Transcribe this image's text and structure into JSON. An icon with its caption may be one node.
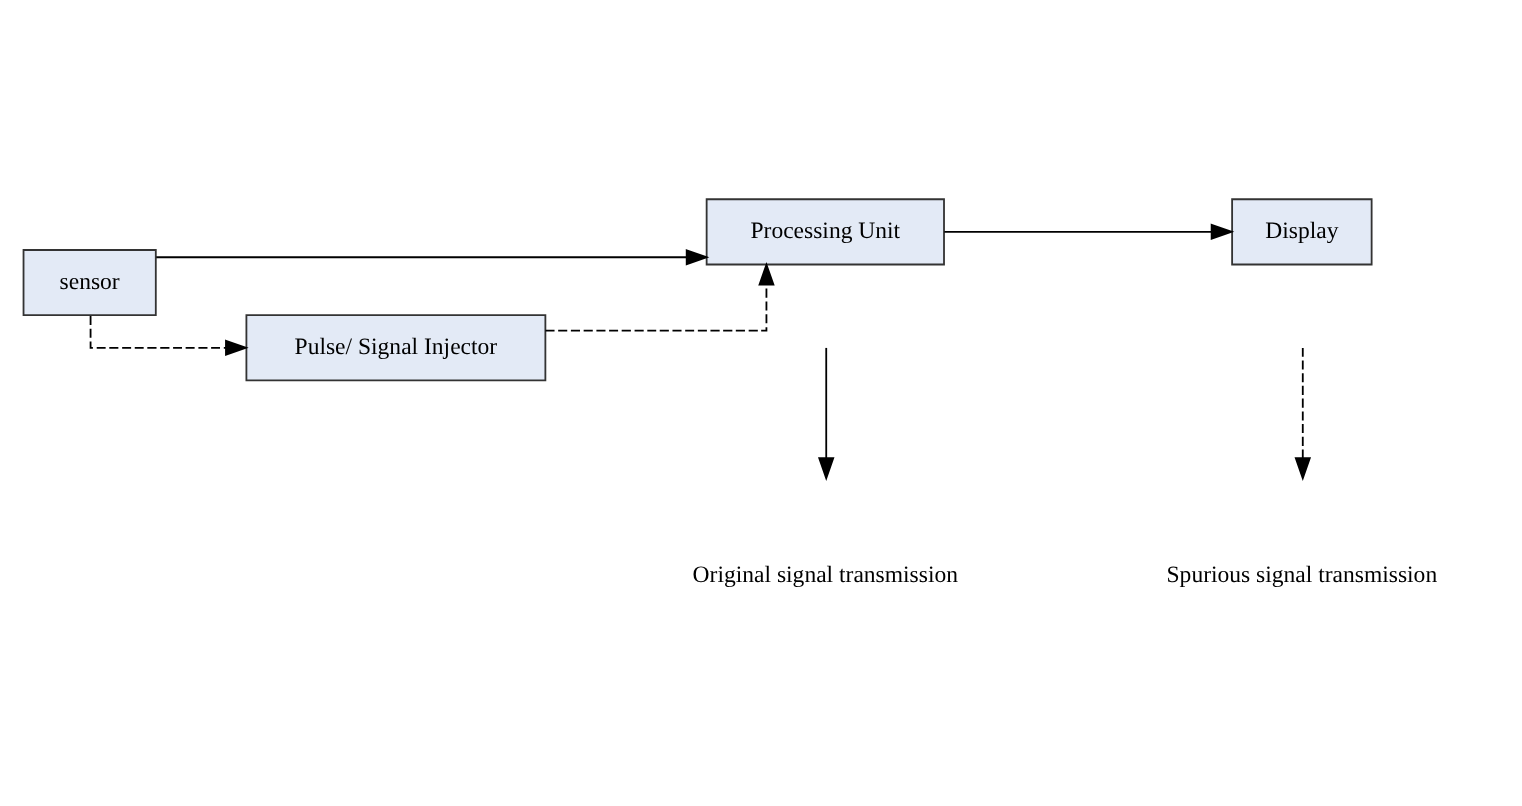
{
  "diagram": {
    "nodes": [
      {
        "text": [
          "sensor"
        ]
      },
      {
        "text": [
          "Processing Unit"
        ]
      },
      {
        "text": [
          "Display"
        ]
      },
      {
        "text": [
          "Pulse/ Signal Injector"
        ]
      }
    ],
    "edges": [
      {
        "from": 0,
        "to": 1,
        "arrow": "to"
      },
      {
        "from": 1,
        "to": 2,
        "arrow": "to"
      },
      {
        "from": 0,
        "to": 3,
        "arrow": "to",
        "style": "dashed"
      },
      {
        "from": 3,
        "to": 1,
        "arrow": "to",
        "style": "dashed"
      }
    ],
    "legend": [
      {
        "text": "Original signal transmission"
      },
      {
        "text": "Spurious signal transmission"
      }
    ]
  }
}
